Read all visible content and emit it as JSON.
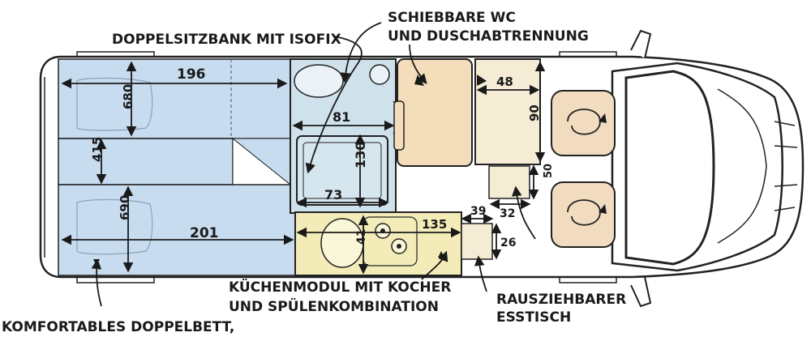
{
  "callouts": {
    "shower": [
      "SCHIEBBARE WC",
      "UND DUSCHABTRENNUNG"
    ],
    "seat": "DOPPELSITZBANK MIT ISOFIX",
    "kitchen": [
      "KÜCHENMODUL MIT KOCHER",
      "UND SPÜLENKOMBINATION"
    ],
    "table": [
      "RAUSZIEHBARER",
      "ESSTISCH"
    ],
    "bed": "KOMFORTABLES DOPPELBETT,"
  },
  "dimensions": {
    "bed_top_length": "196",
    "bed_top_width": "680",
    "bed_middle": "415",
    "bed_bottom_width": "690",
    "bed_bottom_length": "201",
    "washbasin_width": "81",
    "shower_tray_width": "73",
    "shower_tray_length": "130",
    "kitchen_length": "135",
    "kitchen_depth": "41",
    "table_width": "39",
    "table_depth": "26",
    "step_width": "32",
    "step_depth": "50",
    "bench_width": "48",
    "bench_length": "90"
  },
  "colors": {
    "bed_fill": "#c7dcef",
    "bathroom_fill": "#cfe2ec",
    "kitchen_fill": "#f3ecb8",
    "seat_fill": "#f4ddba",
    "bench_fill": "#f5ecd6",
    "cab_seat_fill": "#f1dcc0",
    "outline": "#222222"
  }
}
